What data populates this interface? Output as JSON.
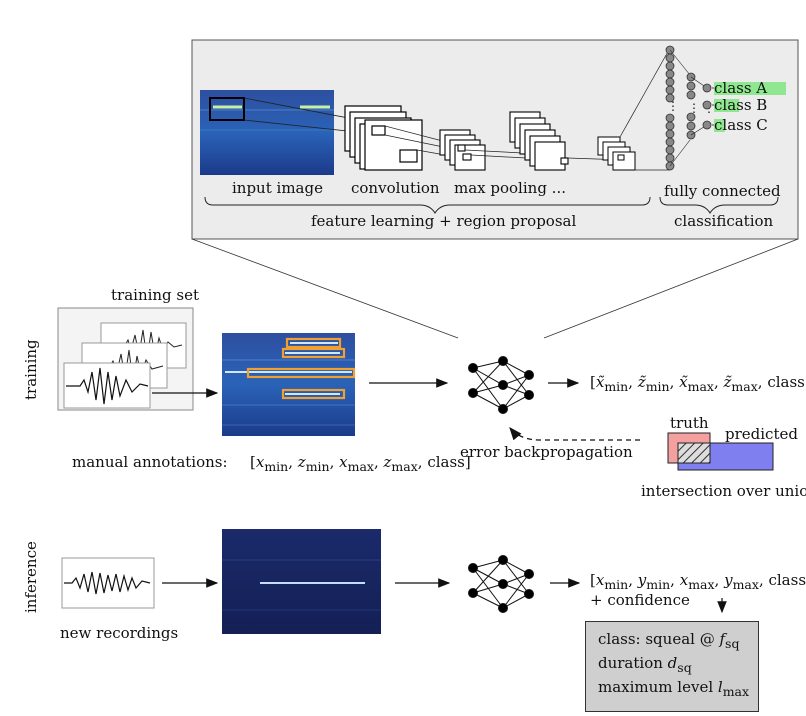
{
  "cnn": {
    "input_label": "input image",
    "conv_label": "convolution",
    "pool_label": "max pooling ...",
    "fc_label": "fully connected",
    "feature_label": "feature learning + region proposal",
    "class_label": "classification",
    "classes": [
      "class A",
      "class B",
      "class C"
    ],
    "class_scores": [
      1.0,
      0.35,
      0.15
    ],
    "colors": {
      "panel": "#ececec",
      "class_bar": "#8fe88f",
      "bbox": "#f0a030"
    }
  },
  "training": {
    "side_label": "training",
    "set_label": "training set",
    "annotations_label": "manual annotations:",
    "annotations_formula": "[x_min, z_min, x_max, z_max, class]",
    "output_formula": "[x̃_min, z̃_min, x̃_max, z̃_max, class]",
    "backprop_label": "error backpropagation",
    "truth_label": "truth",
    "predicted_label": "predicted",
    "iou_label": "intersection over union",
    "colors": {
      "truth": "#f4a0a0",
      "predicted": "#7f7ff0"
    }
  },
  "inference": {
    "side_label": "inference",
    "new_label": "new recordings",
    "output_formula": "[x_min, y_min, x_max, y_max, class]",
    "confidence_label": "+ confidence",
    "result_lines": [
      "class: squeal @ f_sq",
      "duration d_sq",
      "maximum level l_max"
    ]
  }
}
